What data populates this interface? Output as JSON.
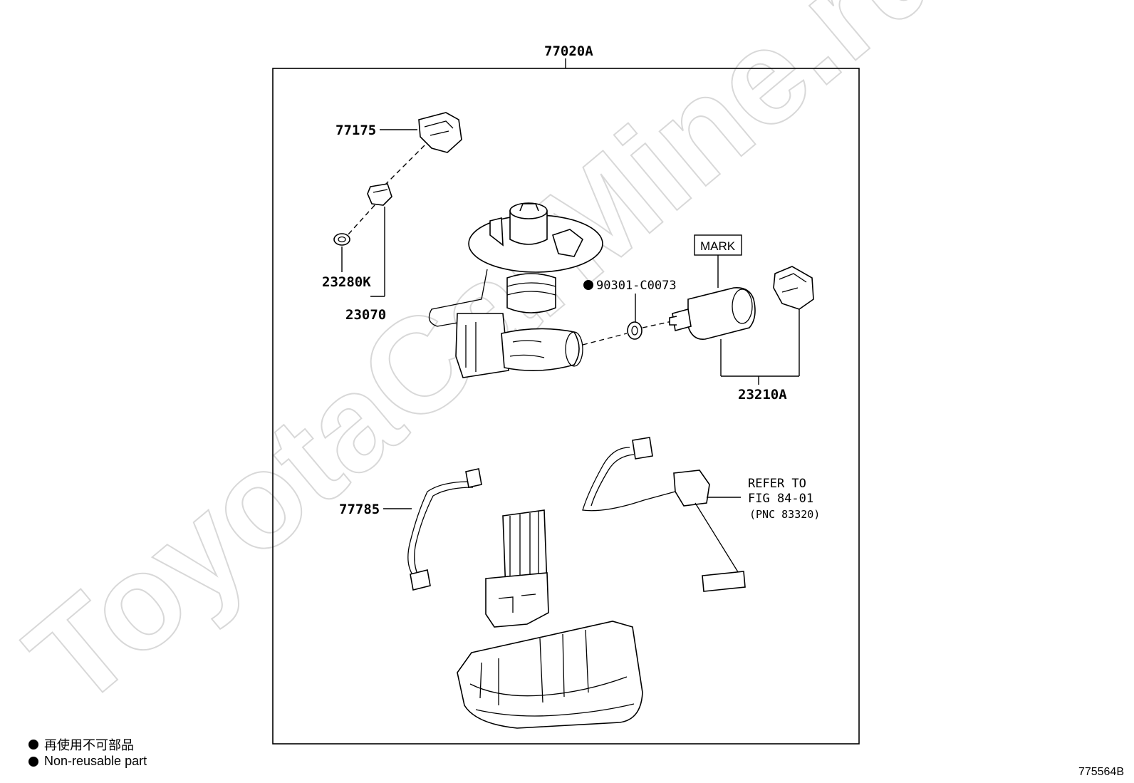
{
  "watermark": "ToyotaCarMine.ru",
  "labels": {
    "assembly": "77020A",
    "bracket": "77175",
    "gasket": "23280K",
    "sensor_sub": "23070",
    "ring_part": "90301-C0073",
    "mark": "MARK",
    "pump": "23210A",
    "wire": "77785",
    "refer_1": "REFER TO",
    "refer_2": "FIG 84-01",
    "refer_3": "(PNC 83320)"
  },
  "legend": {
    "line1": "再使用不可部品",
    "line2": "Non-reusable part"
  },
  "figure_code": "775564B"
}
